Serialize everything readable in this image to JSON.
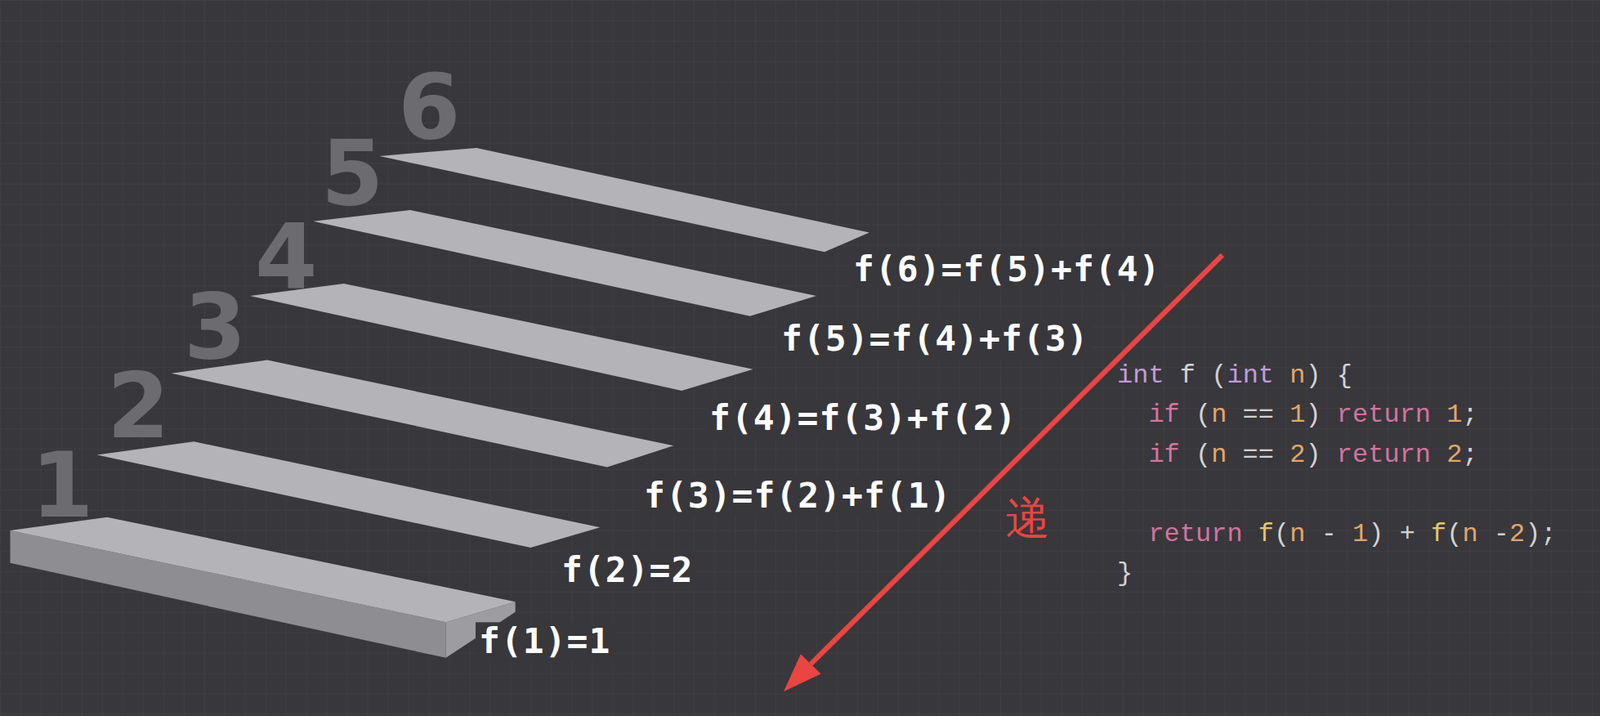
{
  "diagram": {
    "labels": [
      "6",
      "5",
      "4",
      "3",
      "2",
      "1",
      "f(6)=f(5)+f(4)",
      "f(5)=f(4)+f(3)",
      "f(4)=f(3)+f(2)",
      "f(3)=f(2)+f(1)",
      "f(2)=2",
      "f(1)=1",
      "递",
      "int",
      "f",
      "(",
      "int",
      "n",
      ")",
      "{",
      "if",
      "(",
      "n",
      "==",
      "1",
      ")",
      "return",
      "1",
      ";",
      "if",
      "(",
      "n",
      "==",
      "2",
      ")",
      "return",
      "2",
      ";",
      "return",
      "f",
      "(",
      "n",
      "-",
      "1",
      ")",
      "+",
      "f",
      "(",
      "n",
      "-",
      "2",
      ")",
      ";",
      "}"
    ]
  }
}
